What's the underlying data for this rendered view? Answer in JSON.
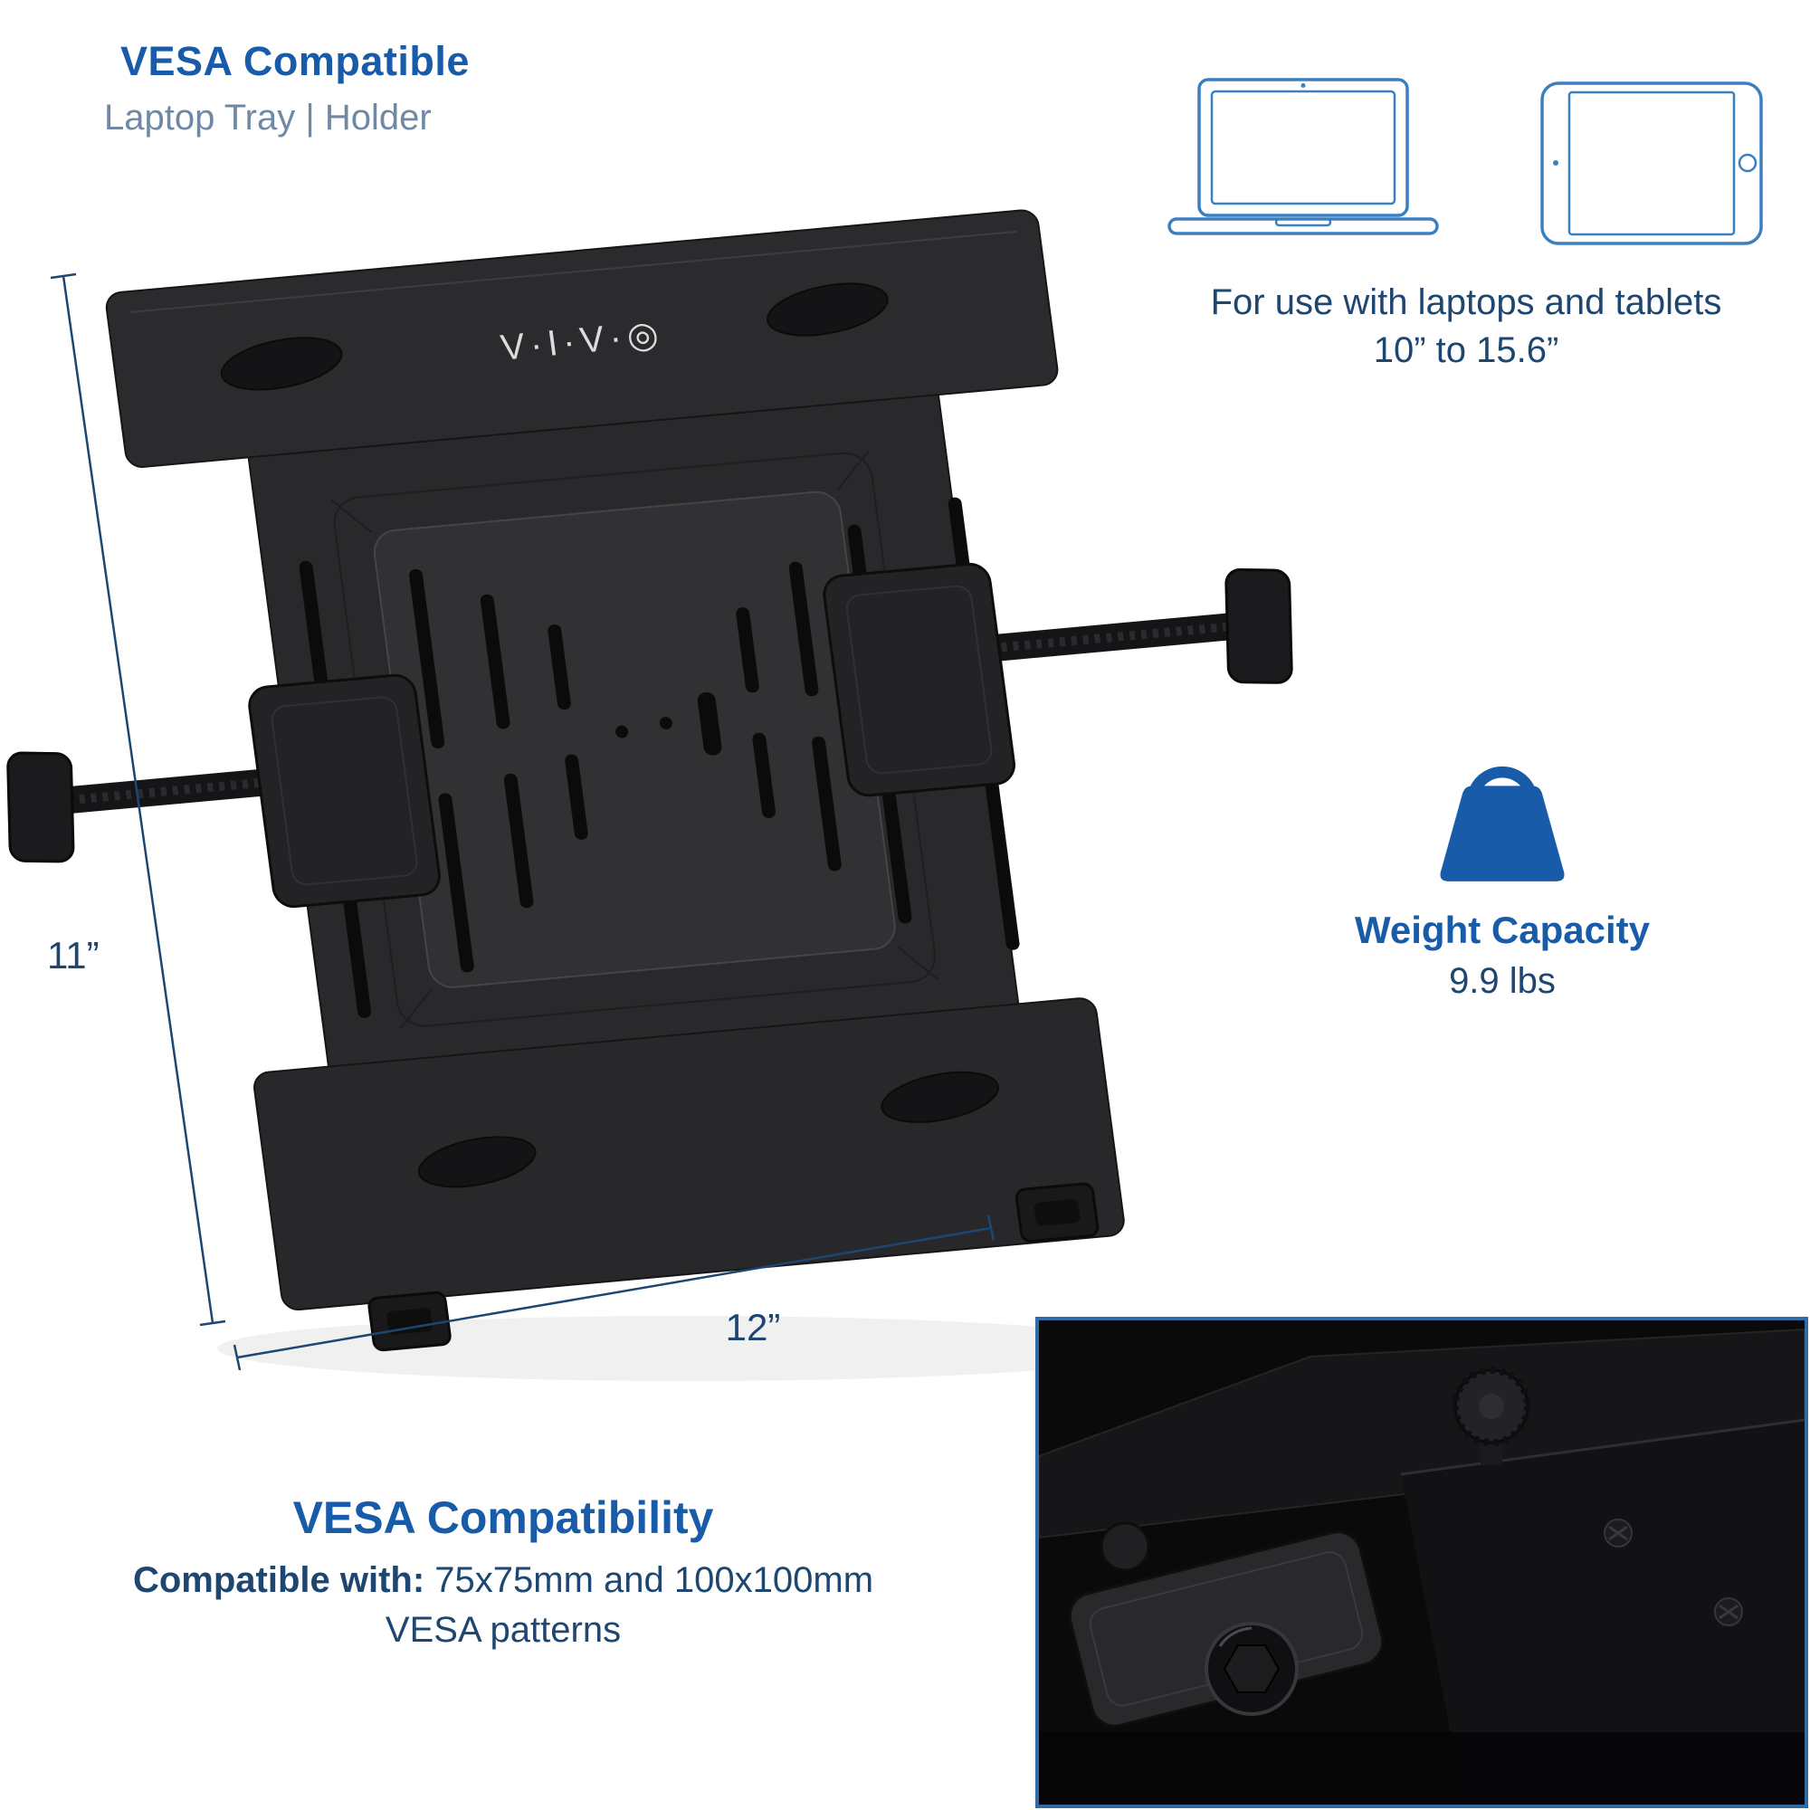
{
  "colors": {
    "blue": "#185CA9",
    "navy": "#1D4670",
    "subtitle": "#6F88A4",
    "icon-blue": "#3A80C0",
    "inset-border": "#2F6BA6"
  },
  "header": {
    "title": "VESA Compatible",
    "subtitle": "Laptop Tray | Holder"
  },
  "devices": {
    "line1": "For use with laptops and tablets",
    "line2": "10” to 15.6”"
  },
  "product": {
    "logo": "V·I·V·◎",
    "height_label": "11”",
    "width_label": "12”"
  },
  "weight": {
    "title": "Weight Capacity",
    "value": "9.9 lbs"
  },
  "vesa": {
    "title": "VESA Compatibility",
    "prefix": "Compatible with:",
    "detail": " 75x75mm and 100x100mm",
    "line2": "VESA patterns"
  }
}
